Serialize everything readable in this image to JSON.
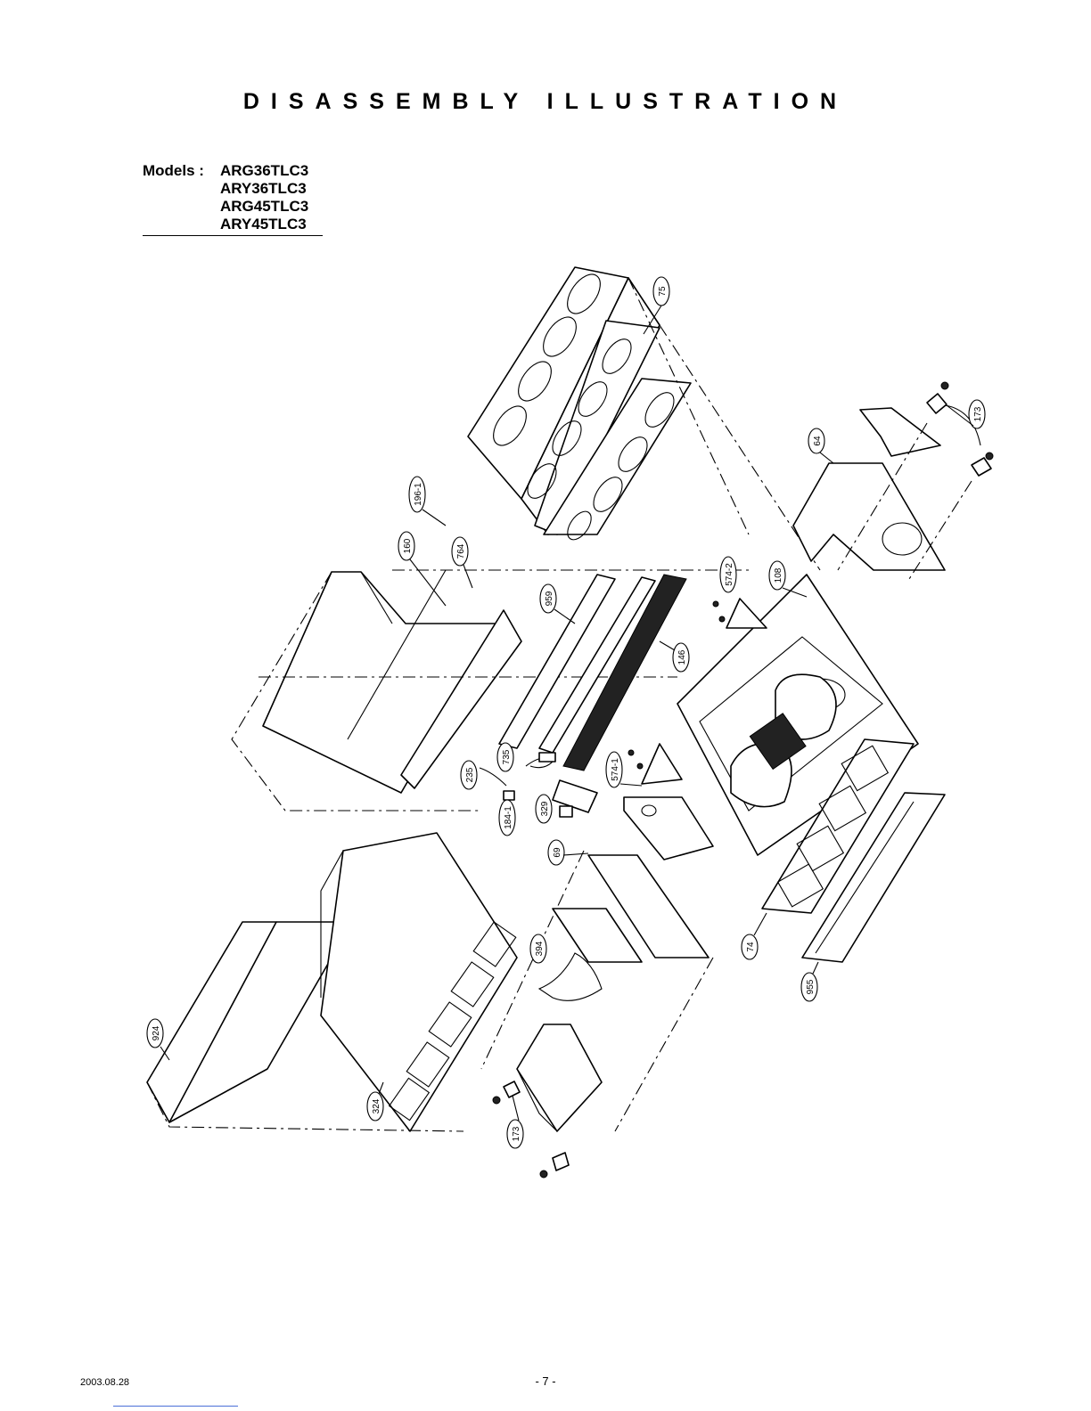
{
  "header": {
    "title": "DISASSEMBLY ILLUSTRATION"
  },
  "models": {
    "label": "Models :",
    "list": [
      "ARG36TLC3",
      "ARY36TLC3",
      "ARG45TLC3",
      "ARY45TLC3"
    ]
  },
  "parts": {
    "p75": "75",
    "p173a": "173",
    "p64": "64",
    "p196_1": "196-1",
    "p160": "160",
    "p764": "764",
    "p959": "959",
    "p574_2": "574-2",
    "p108": "108",
    "p146": "146",
    "p735": "735",
    "p235": "235",
    "p574_1": "574-1",
    "p184_1": "184-1",
    "p329": "329",
    "p69": "69",
    "p74": "74",
    "p394": "394",
    "p955": "955",
    "p924": "924",
    "p324": "324",
    "p173b": "173"
  },
  "footer": {
    "date": "2003.08.28",
    "page": "- 7 -"
  }
}
